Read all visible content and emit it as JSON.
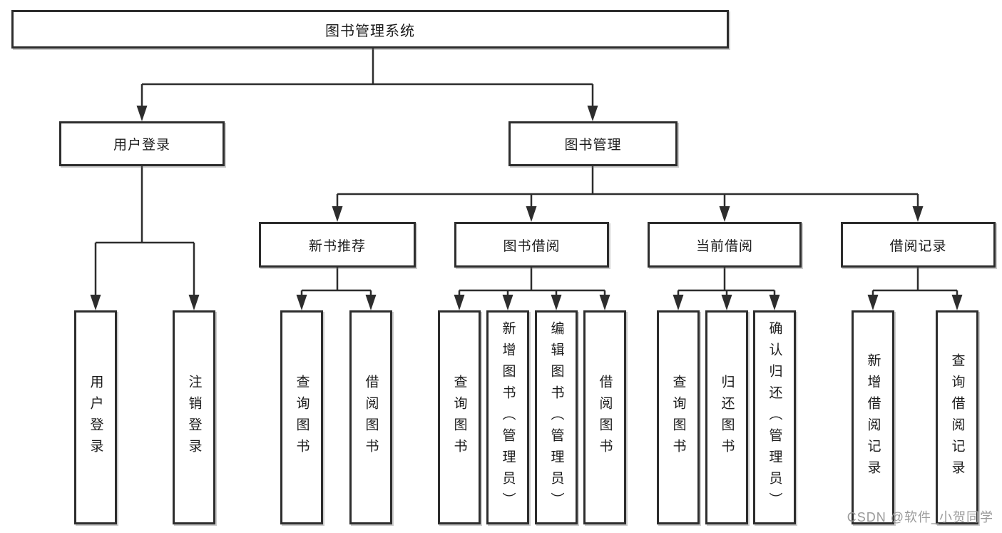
{
  "diagram": {
    "root": {
      "label": "图书管理系统"
    },
    "groups": [
      {
        "label": "用户登录",
        "children": [
          {
            "label": "用户登录"
          },
          {
            "label": "注销登录"
          }
        ]
      },
      {
        "label": "图书管理",
        "sections": [
          {
            "label": "新书推荐",
            "children": [
              {
                "label": "查询图书"
              },
              {
                "label": "借阅图书"
              }
            ]
          },
          {
            "label": "图书借阅",
            "children": [
              {
                "label": "查询图书"
              },
              {
                "label": "新增图书（管理员）"
              },
              {
                "label": "编辑图书（管理员）"
              },
              {
                "label": "借阅图书"
              }
            ]
          },
          {
            "label": "当前借阅",
            "children": [
              {
                "label": "查询图书"
              },
              {
                "label": "归还图书"
              },
              {
                "label": "确认归还（管理员）"
              }
            ]
          },
          {
            "label": "借阅记录",
            "children": [
              {
                "label": "新增借阅记录"
              },
              {
                "label": "查询借阅记录"
              }
            ]
          }
        ]
      }
    ],
    "colors": {
      "line": "#2d2d2d",
      "text": "#1c1c1c",
      "box_background": "#ffffff",
      "watermark": "#9a9a9a"
    },
    "watermark": "CSDN @软件_小贺同学"
  }
}
